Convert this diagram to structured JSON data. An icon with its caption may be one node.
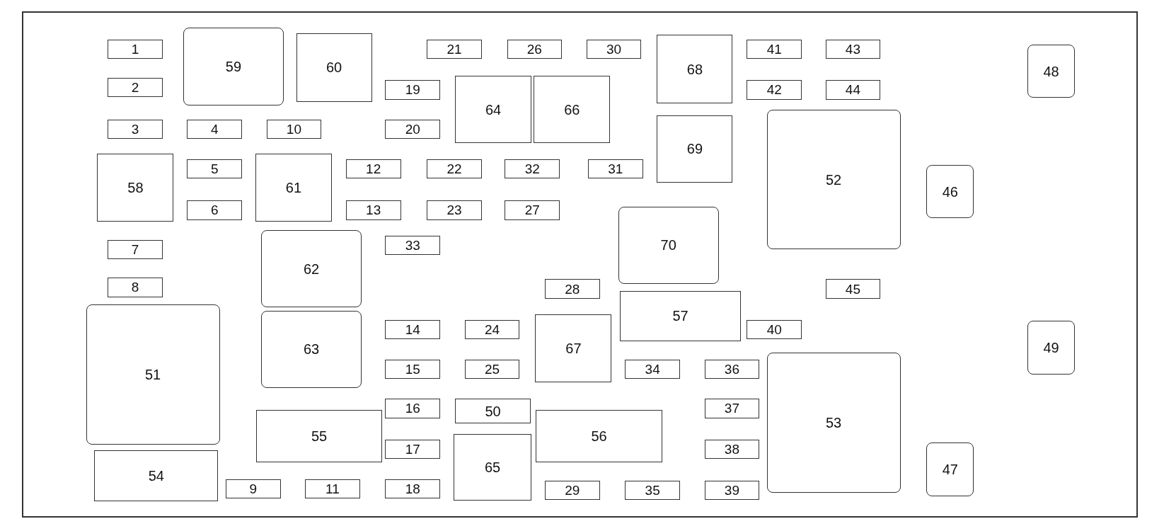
{
  "diagram": {
    "nodes": [
      {
        "text": [
          "1"
        ]
      },
      {
        "text": [
          "2"
        ]
      },
      {
        "text": [
          "3"
        ]
      },
      {
        "text": [
          "4"
        ]
      },
      {
        "text": [
          "5"
        ]
      },
      {
        "text": [
          "6"
        ]
      },
      {
        "text": [
          "7"
        ]
      },
      {
        "text": [
          "8"
        ]
      },
      {
        "text": [
          "9"
        ]
      },
      {
        "text": [
          "10"
        ]
      },
      {
        "text": [
          "11"
        ]
      },
      {
        "text": [
          "12"
        ]
      },
      {
        "text": [
          "13"
        ]
      },
      {
        "text": [
          "14"
        ]
      },
      {
        "text": [
          "15"
        ]
      },
      {
        "text": [
          "16"
        ]
      },
      {
        "text": [
          "17"
        ]
      },
      {
        "text": [
          "18"
        ]
      },
      {
        "text": [
          "19"
        ]
      },
      {
        "text": [
          "20"
        ]
      },
      {
        "text": [
          "21"
        ]
      },
      {
        "text": [
          "22"
        ]
      },
      {
        "text": [
          "23"
        ]
      },
      {
        "text": [
          "24"
        ]
      },
      {
        "text": [
          "25"
        ]
      },
      {
        "text": [
          "26"
        ]
      },
      {
        "text": [
          "27"
        ]
      },
      {
        "text": [
          "28"
        ]
      },
      {
        "text": [
          "29"
        ]
      },
      {
        "text": [
          "30"
        ]
      },
      {
        "text": [
          "31"
        ]
      },
      {
        "text": [
          "32"
        ]
      },
      {
        "text": [
          "33"
        ]
      },
      {
        "text": [
          "34"
        ]
      },
      {
        "text": [
          "35"
        ]
      },
      {
        "text": [
          "36"
        ]
      },
      {
        "text": [
          "37"
        ]
      },
      {
        "text": [
          "38"
        ]
      },
      {
        "text": [
          "39"
        ]
      },
      {
        "text": [
          "40"
        ]
      },
      {
        "text": [
          "41"
        ]
      },
      {
        "text": [
          "42"
        ]
      },
      {
        "text": [
          "43"
        ]
      },
      {
        "text": [
          "44"
        ]
      },
      {
        "text": [
          "45"
        ]
      },
      {
        "text": [
          "46"
        ]
      },
      {
        "text": [
          "47"
        ]
      },
      {
        "text": [
          "48"
        ]
      },
      {
        "text": [
          "49"
        ]
      },
      {
        "text": [
          "50"
        ]
      },
      {
        "text": [
          "51"
        ]
      },
      {
        "text": [
          "52"
        ]
      },
      {
        "text": [
          "53"
        ]
      },
      {
        "text": [
          "54"
        ]
      },
      {
        "text": [
          "55"
        ]
      },
      {
        "text": [
          "56"
        ]
      },
      {
        "text": [
          "57"
        ]
      },
      {
        "text": [
          "58"
        ]
      },
      {
        "text": [
          "59"
        ]
      },
      {
        "text": [
          "60"
        ]
      },
      {
        "text": [
          "61"
        ]
      },
      {
        "text": [
          "62"
        ]
      },
      {
        "text": [
          "63"
        ]
      },
      {
        "text": [
          "64"
        ]
      },
      {
        "text": [
          "65"
        ]
      },
      {
        "text": [
          "66"
        ]
      },
      {
        "text": [
          "67"
        ]
      },
      {
        "text": [
          "68"
        ]
      },
      {
        "text": [
          "69"
        ]
      },
      {
        "text": [
          "70"
        ]
      }
    ]
  }
}
